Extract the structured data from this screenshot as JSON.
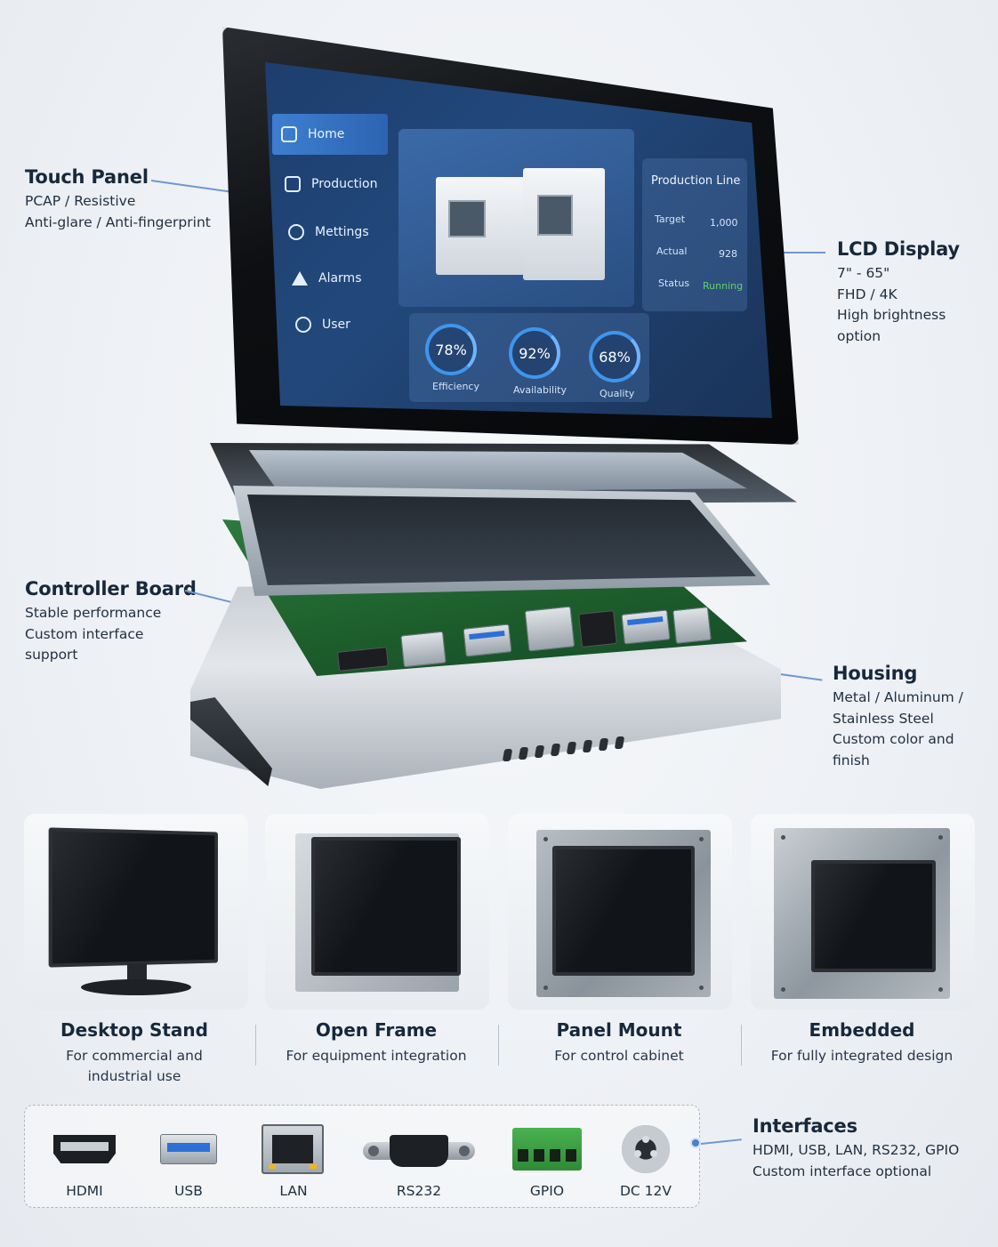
{
  "callouts": {
    "touch_panel": {
      "title": "Touch Panel",
      "lines": [
        "PCAP / Resistive",
        "Anti-glare / Anti-fingerprint"
      ]
    },
    "lcd_display": {
      "title": "LCD Display",
      "lines": [
        "7\" - 65\"",
        "FHD / 4K",
        "High brightness option"
      ]
    },
    "controller_board": {
      "title": "Controller Board",
      "lines": [
        "Stable performance",
        "Custom interface",
        "support"
      ]
    },
    "housing": {
      "title": "Housing",
      "lines": [
        "Metal / Aluminum /",
        "Stainless Steel",
        "Custom color and finish"
      ]
    },
    "interfaces": {
      "title": "Interfaces",
      "lines": [
        "HDMI, USB, LAN, RS232, GPIO",
        "Custom interface optional"
      ]
    }
  },
  "hmi": {
    "nav": [
      {
        "label": "Home",
        "icon": "home-icon",
        "active": true
      },
      {
        "label": "Production",
        "icon": "production-icon",
        "active": false
      },
      {
        "label": "Mettings",
        "icon": "settings-icon",
        "active": false
      },
      {
        "label": "Alarms",
        "icon": "alarm-icon",
        "active": false
      },
      {
        "label": "User",
        "icon": "user-icon",
        "active": false
      }
    ],
    "production_line": {
      "title": "Production Line",
      "rows": [
        {
          "label": "Target",
          "value": "1,000"
        },
        {
          "label": "Actual",
          "value": "928"
        },
        {
          "label": "Status",
          "value": "Running"
        }
      ]
    },
    "gauges": [
      {
        "value": "78%",
        "label": "Efficiency",
        "level": 0.78
      },
      {
        "value": "92%",
        "label": "Availability",
        "level": 0.92
      },
      {
        "value": "68%",
        "label": "Quality",
        "level": 0.68
      }
    ]
  },
  "mounts": [
    {
      "title": "Desktop Stand",
      "desc": [
        "For commercial and",
        "industrial use"
      ]
    },
    {
      "title": "Open Frame",
      "desc": [
        "For equipment integration"
      ]
    },
    {
      "title": "Panel Mount",
      "desc": [
        "For control cabinet"
      ]
    },
    {
      "title": "Embedded",
      "desc": [
        "For fully integrated design"
      ]
    }
  ],
  "interfaces": [
    {
      "label": "HDMI",
      "icon": "hdmi-port-icon"
    },
    {
      "label": "USB",
      "icon": "usb-port-icon"
    },
    {
      "label": "LAN",
      "icon": "lan-port-icon"
    },
    {
      "label": "RS232",
      "icon": "rs232-port-icon"
    },
    {
      "label": "GPIO",
      "icon": "gpio-terminal-icon"
    },
    {
      "label": "DC 12V",
      "icon": "dc-power-icon"
    }
  ],
  "colors": {
    "accent": "#4a7fc9",
    "title": "#17283b",
    "status_running": "#5fd36a",
    "gauge_ring": "#3f95ec"
  }
}
